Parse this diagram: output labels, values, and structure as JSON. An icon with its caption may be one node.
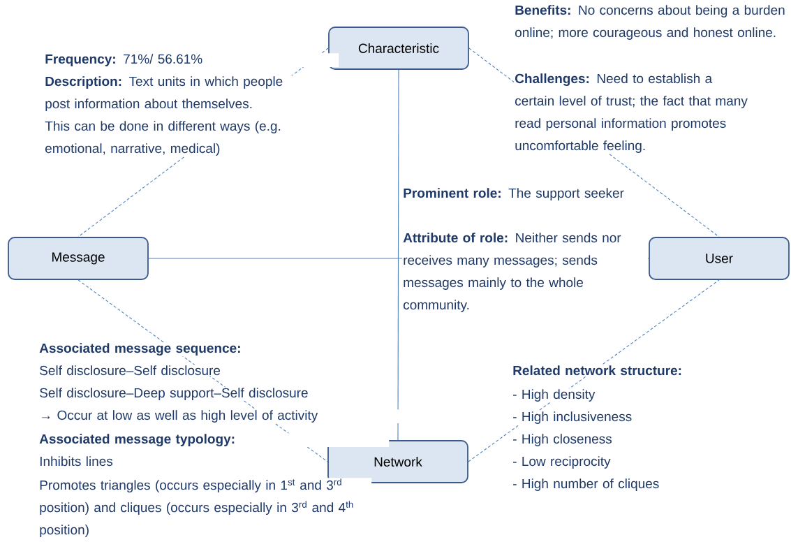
{
  "diagram": {
    "nodes": [
      {
        "text": [
          "Characteristic"
        ]
      },
      {
        "text": [
          "Message"
        ]
      },
      {
        "text": [
          "User"
        ]
      },
      {
        "text": [
          "Network"
        ]
      }
    ],
    "edges": [
      {
        "from": 0,
        "to": 1,
        "arrow": "none",
        "style": "dashed"
      },
      {
        "from": 0,
        "to": 2,
        "arrow": "none",
        "style": "dashed"
      },
      {
        "from": 1,
        "to": 2,
        "arrow": "none"
      },
      {
        "from": 0,
        "to": 3,
        "arrow": "none"
      },
      {
        "from": 1,
        "to": 3,
        "arrow": "none",
        "style": "dashed"
      },
      {
        "from": 3,
        "to": 2,
        "arrow": "none",
        "style": "dashed"
      }
    ],
    "labels": [
      "**Frequency:** 71%/ 56.61%",
      "**Description:** Text units in which people post information about themselves. This can be done in different ways (e.g. emotional, narrative, medical)",
      "**Benefits:** No concerns about being a burden online; more courageous and honest online.",
      "**Challenges:** Need to establish a certain level of trust; the fact that many read personal information promotes uncomfortable feeling.",
      "**Prominent role:** The support seeker",
      "**Attribute of role:** Neither sends nor receives many messages; sends messages mainly to the whole community.",
      "Associated message sequence:",
      "Self disclosure–Self disclosure",
      "Self disclosure–Deep support–Self disclosure",
      "→ Occur at low as well as high level of activity",
      "Associated message typology:",
      "Inhibits lines",
      "Promotes triangles (occurs especially in 1$^{st}$ and 3$^{rd}$ position) and cliques (occurs especially in 3$^{rd}$ and 4$^{th}$ position)",
      "Related network structure:",
      "- High density",
      "- High inclusiveness",
      "- High closeness",
      "- Low reciprocity",
      "- High number of cliques"
    ]
  }
}
